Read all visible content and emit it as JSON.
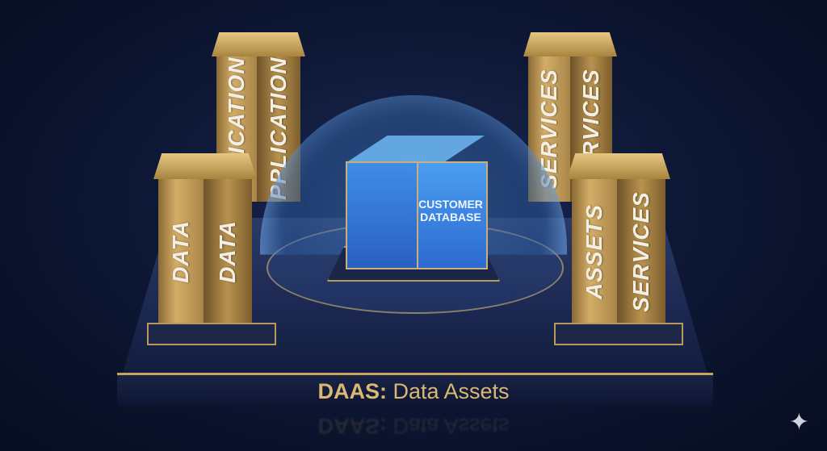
{
  "pillars": {
    "back_left": [
      "APPLICATIONS",
      "APPLICATIONS"
    ],
    "back_right": [
      "SERVICES",
      "SERVICES"
    ],
    "front_left": [
      "DATA",
      "DATA"
    ],
    "front_right": [
      "ASSETS",
      "SERVICES"
    ]
  },
  "cube": {
    "label_line1": "CUSTOMER",
    "label_line2": "DATABASE"
  },
  "platform": {
    "label_bold": "DAAS:",
    "label_rest": "Data Assets"
  },
  "icons": {
    "corner": "sparkle-icon"
  },
  "colors": {
    "background": "#0e1836",
    "gold": "#d8b873",
    "cube": "#3f8de8"
  }
}
